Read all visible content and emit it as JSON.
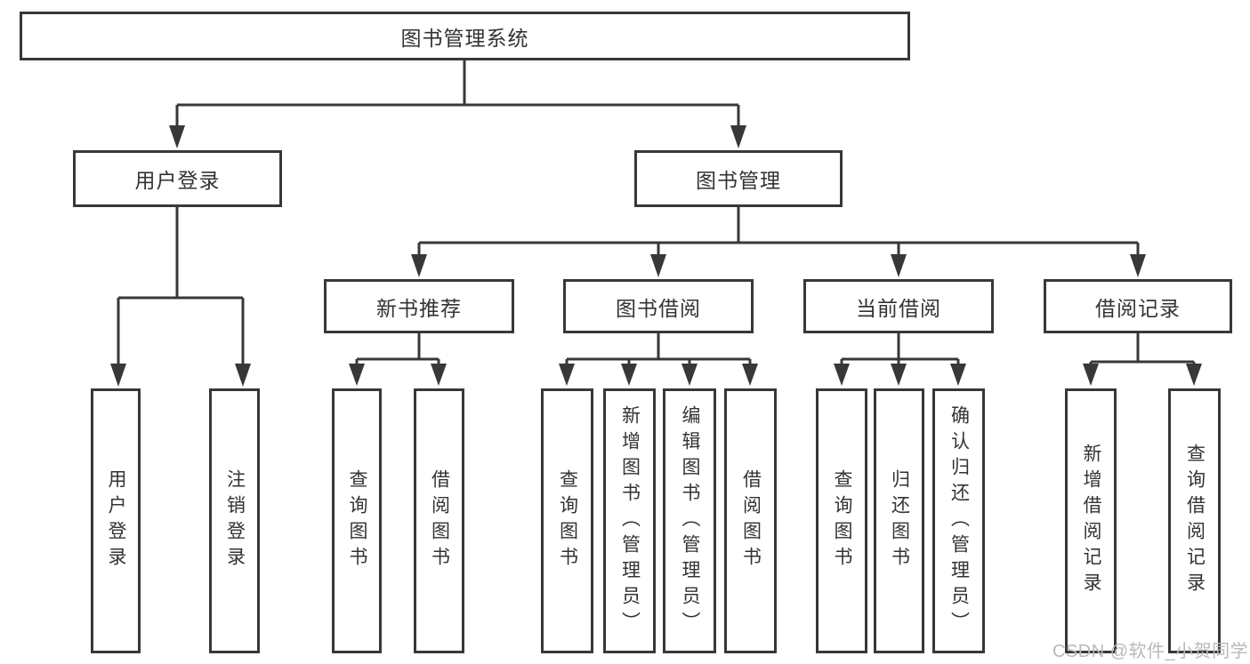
{
  "nodes": {
    "root": {
      "label": "图书管理系统"
    },
    "level2": [
      {
        "label": "用户登录"
      },
      {
        "label": "图书管理"
      }
    ],
    "level3": [
      {
        "label": "新书推荐"
      },
      {
        "label": "图书借阅"
      },
      {
        "label": "当前借阅"
      },
      {
        "label": "借阅记录"
      }
    ],
    "leaves": {
      "login": [
        {
          "label": "用户登录"
        },
        {
          "label": "注销登录"
        }
      ],
      "recommend": [
        {
          "label": "查询图书"
        },
        {
          "label": "借阅图书"
        }
      ],
      "borrow": [
        {
          "label": "查询图书"
        },
        {
          "label": "新增图书（管理员）"
        },
        {
          "label": "编辑图书（管理员）"
        },
        {
          "label": "借阅图书"
        }
      ],
      "current": [
        {
          "label": "查询图书"
        },
        {
          "label": "归还图书"
        },
        {
          "label": "确认归还（管理员）"
        }
      ],
      "records": [
        {
          "label": "新增借阅记录"
        },
        {
          "label": "查询借阅记录"
        }
      ]
    }
  },
  "watermark": {
    "text": "CSDN @软件_小贺同学"
  },
  "colors": {
    "line": "#383838",
    "text": "#333333",
    "watermark": "#b9b9b9",
    "background": "#ffffff"
  }
}
